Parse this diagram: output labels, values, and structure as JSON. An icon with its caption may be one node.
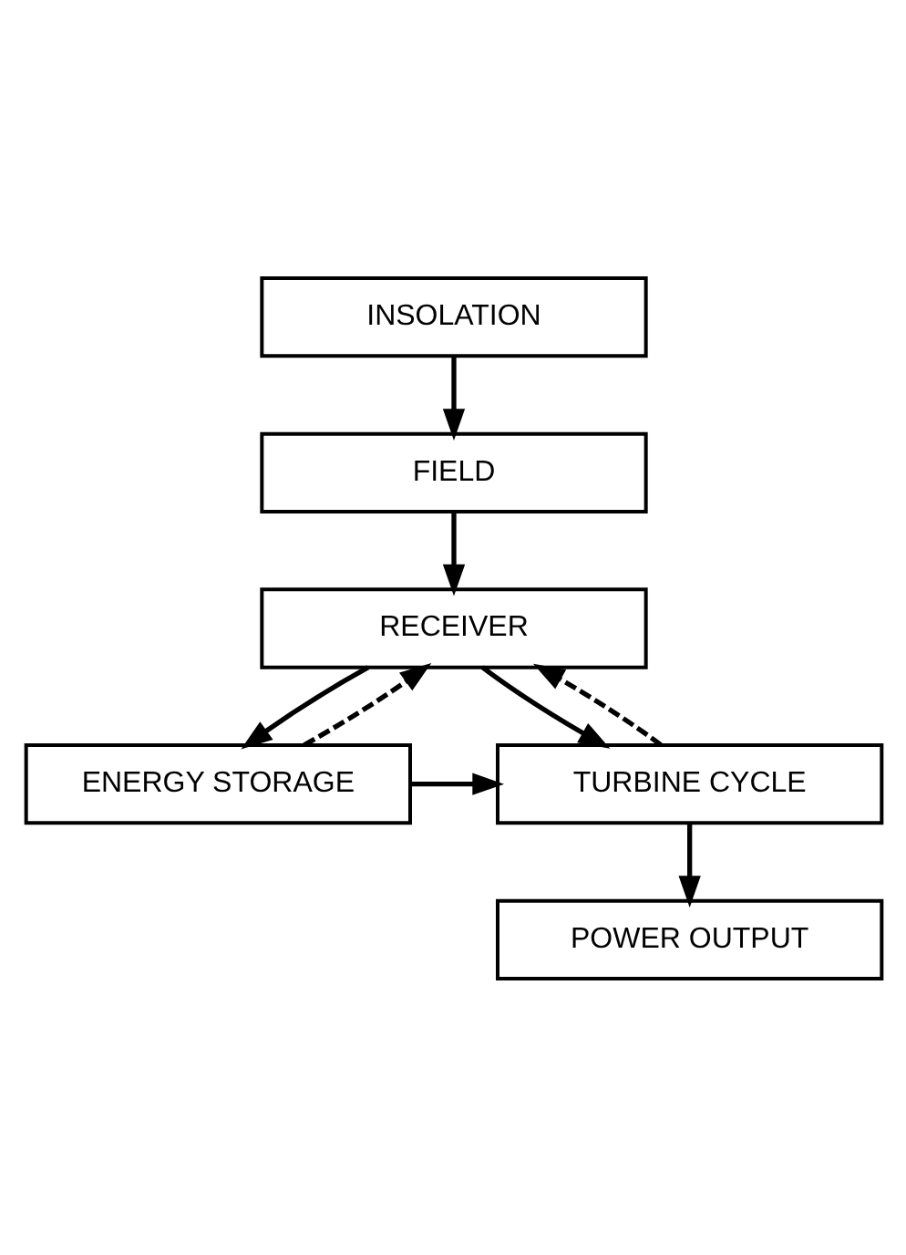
{
  "diagram": {
    "nodes": [
      {
        "text": [
          "INSOLATION"
        ]
      },
      {
        "text": [
          "FIELD"
        ]
      },
      {
        "text": [
          "RECEIVER"
        ]
      },
      {
        "text": [
          "TURBINE CYCLE"
        ]
      },
      {
        "text": [
          "ENERGY STORAGE"
        ]
      },
      {
        "text": [
          "POWER OUTPUT"
        ]
      }
    ],
    "edges": [
      {
        "from": 0,
        "to": 1,
        "arrow": "to"
      },
      {
        "from": 1,
        "to": 2,
        "arrow": "to"
      },
      {
        "from": 2,
        "to": 3,
        "arrow": "to"
      },
      {
        "from": 2,
        "to": 4,
        "arrow": "to"
      },
      {
        "from": 4,
        "to": 3,
        "arrow": "to"
      },
      {
        "from": 3,
        "to": 5,
        "arrow": "to"
      },
      {
        "from": 3,
        "to": 2,
        "arrow": "to",
        "style": "dashed"
      },
      {
        "from": 4,
        "to": 2,
        "arrow": "to",
        "style": "dashed"
      }
    ]
  }
}
